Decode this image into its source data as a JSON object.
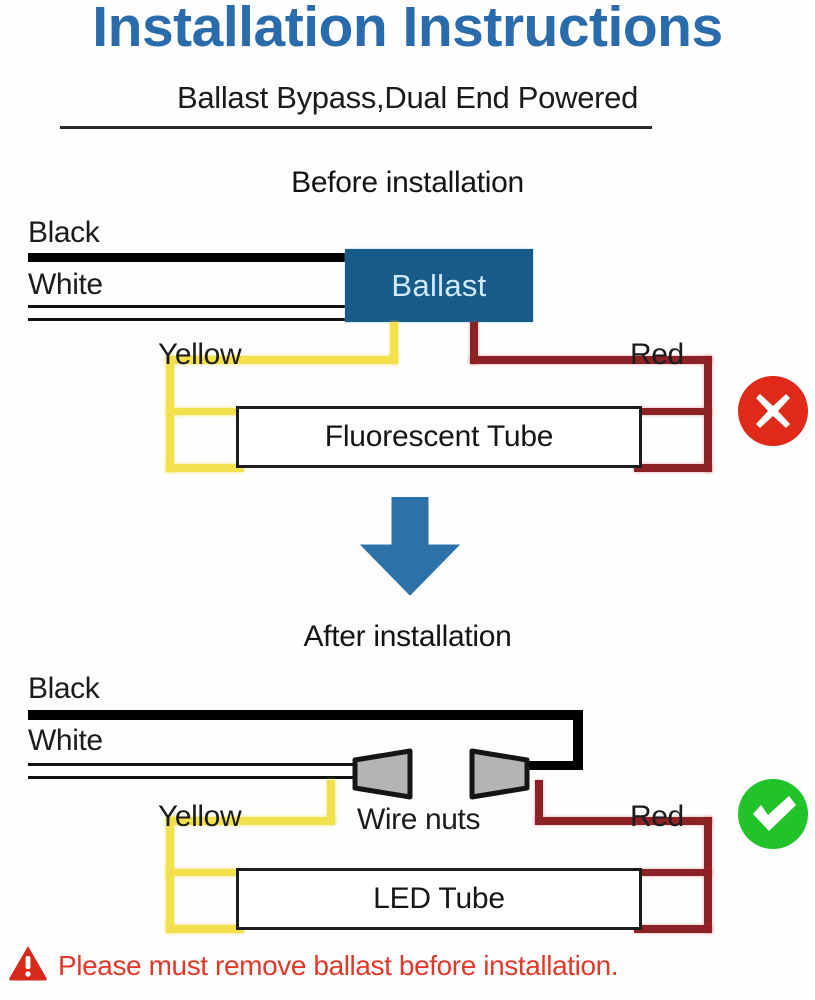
{
  "document": {
    "title": "Installation Instructions",
    "subtitle": "Ballast Bypass,Dual End Powered"
  },
  "colors": {
    "title_blue": "#2a6cab",
    "ballast_box": "#165b89",
    "ballast_text": "#cfe9fb",
    "arrow_blue": "#2c72a8",
    "wire_yellow": "#f2e14c",
    "wire_red": "#8d2226",
    "wire_black": "#000000",
    "badge_error": "#df2a19",
    "badge_ok": "#22c32a",
    "warning_red": "#e0392b",
    "wire_nut_gray": "#b4b4b4"
  },
  "before": {
    "heading": "Before installation",
    "labels": {
      "black": "Black",
      "white": "White",
      "yellow": "Yellow",
      "red": "Red"
    },
    "ballast_label": "Ballast",
    "tube_label": "Fluorescent Tube",
    "status": {
      "icon": "error-x-icon",
      "meaning": "incorrect"
    }
  },
  "transition": {
    "icon": "arrow-down-icon"
  },
  "after": {
    "heading": "After installation",
    "labels": {
      "black": "Black",
      "white": "White",
      "yellow": "Yellow",
      "red": "Red",
      "wire_nuts": "Wire nuts"
    },
    "tube_label": "LED Tube",
    "status": {
      "icon": "success-check-icon",
      "meaning": "correct"
    }
  },
  "footer": {
    "warning_icon": "warning-triangle-icon",
    "warning_text": "Please must remove ballast before installation."
  }
}
